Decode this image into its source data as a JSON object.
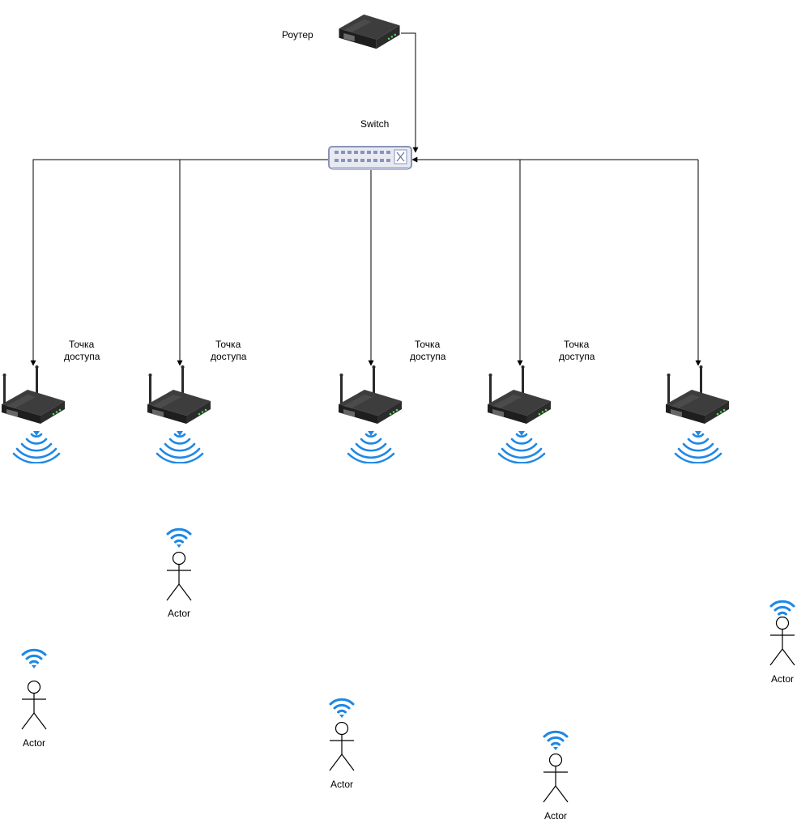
{
  "router": {
    "label": "Роутер"
  },
  "switch": {
    "label": "Switch"
  },
  "access_points": [
    {
      "label_line1": "Точка",
      "label_line2": "доступа"
    },
    {
      "label_line1": "Точка",
      "label_line2": "доступа"
    },
    {
      "label_line1": "",
      "label_line2": ""
    },
    {
      "label_line1": "Точка",
      "label_line2": "доступа"
    },
    {
      "label_line1": "",
      "label_line2": ""
    }
  ],
  "ap_middle": {
    "label_line1": "Точка",
    "label_line2": "доступа"
  },
  "actors": [
    {
      "label": "Actor"
    },
    {
      "label": "Actor"
    },
    {
      "label": "Actor"
    },
    {
      "label": "Actor"
    },
    {
      "label": "Actor"
    }
  ],
  "colors": {
    "wifi": "#1e88e5",
    "line": "#000000",
    "router_body": "#1c1c1c",
    "switch_body": "#e8eaf2",
    "switch_border": "#8a93b8"
  },
  "icons": [
    "router-icon",
    "switch-icon",
    "wifi-icon",
    "actor-icon"
  ]
}
